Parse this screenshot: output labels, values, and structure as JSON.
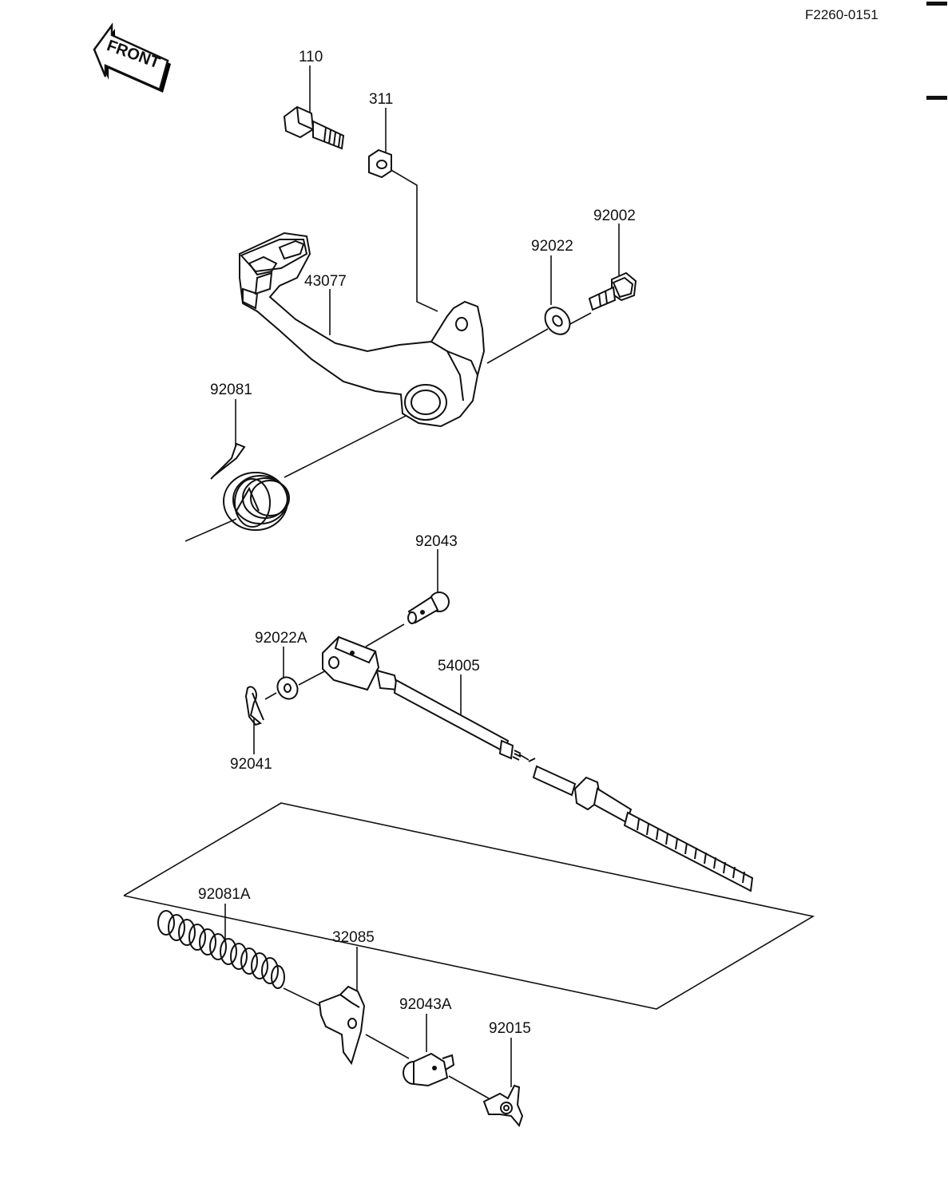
{
  "diagram": {
    "code": "F2260-0151",
    "front_label": "FRONT",
    "labels": {
      "p110": "110",
      "p311": "311",
      "p92002": "92002",
      "p92022": "92022",
      "p43077": "43077",
      "p92081": "92081",
      "p92043": "92043",
      "p92022A": "92022A",
      "p54005": "54005",
      "p92041": "92041",
      "p92081A": "92081A",
      "p32085": "32085",
      "p92043A": "92043A",
      "p92015": "92015"
    }
  }
}
